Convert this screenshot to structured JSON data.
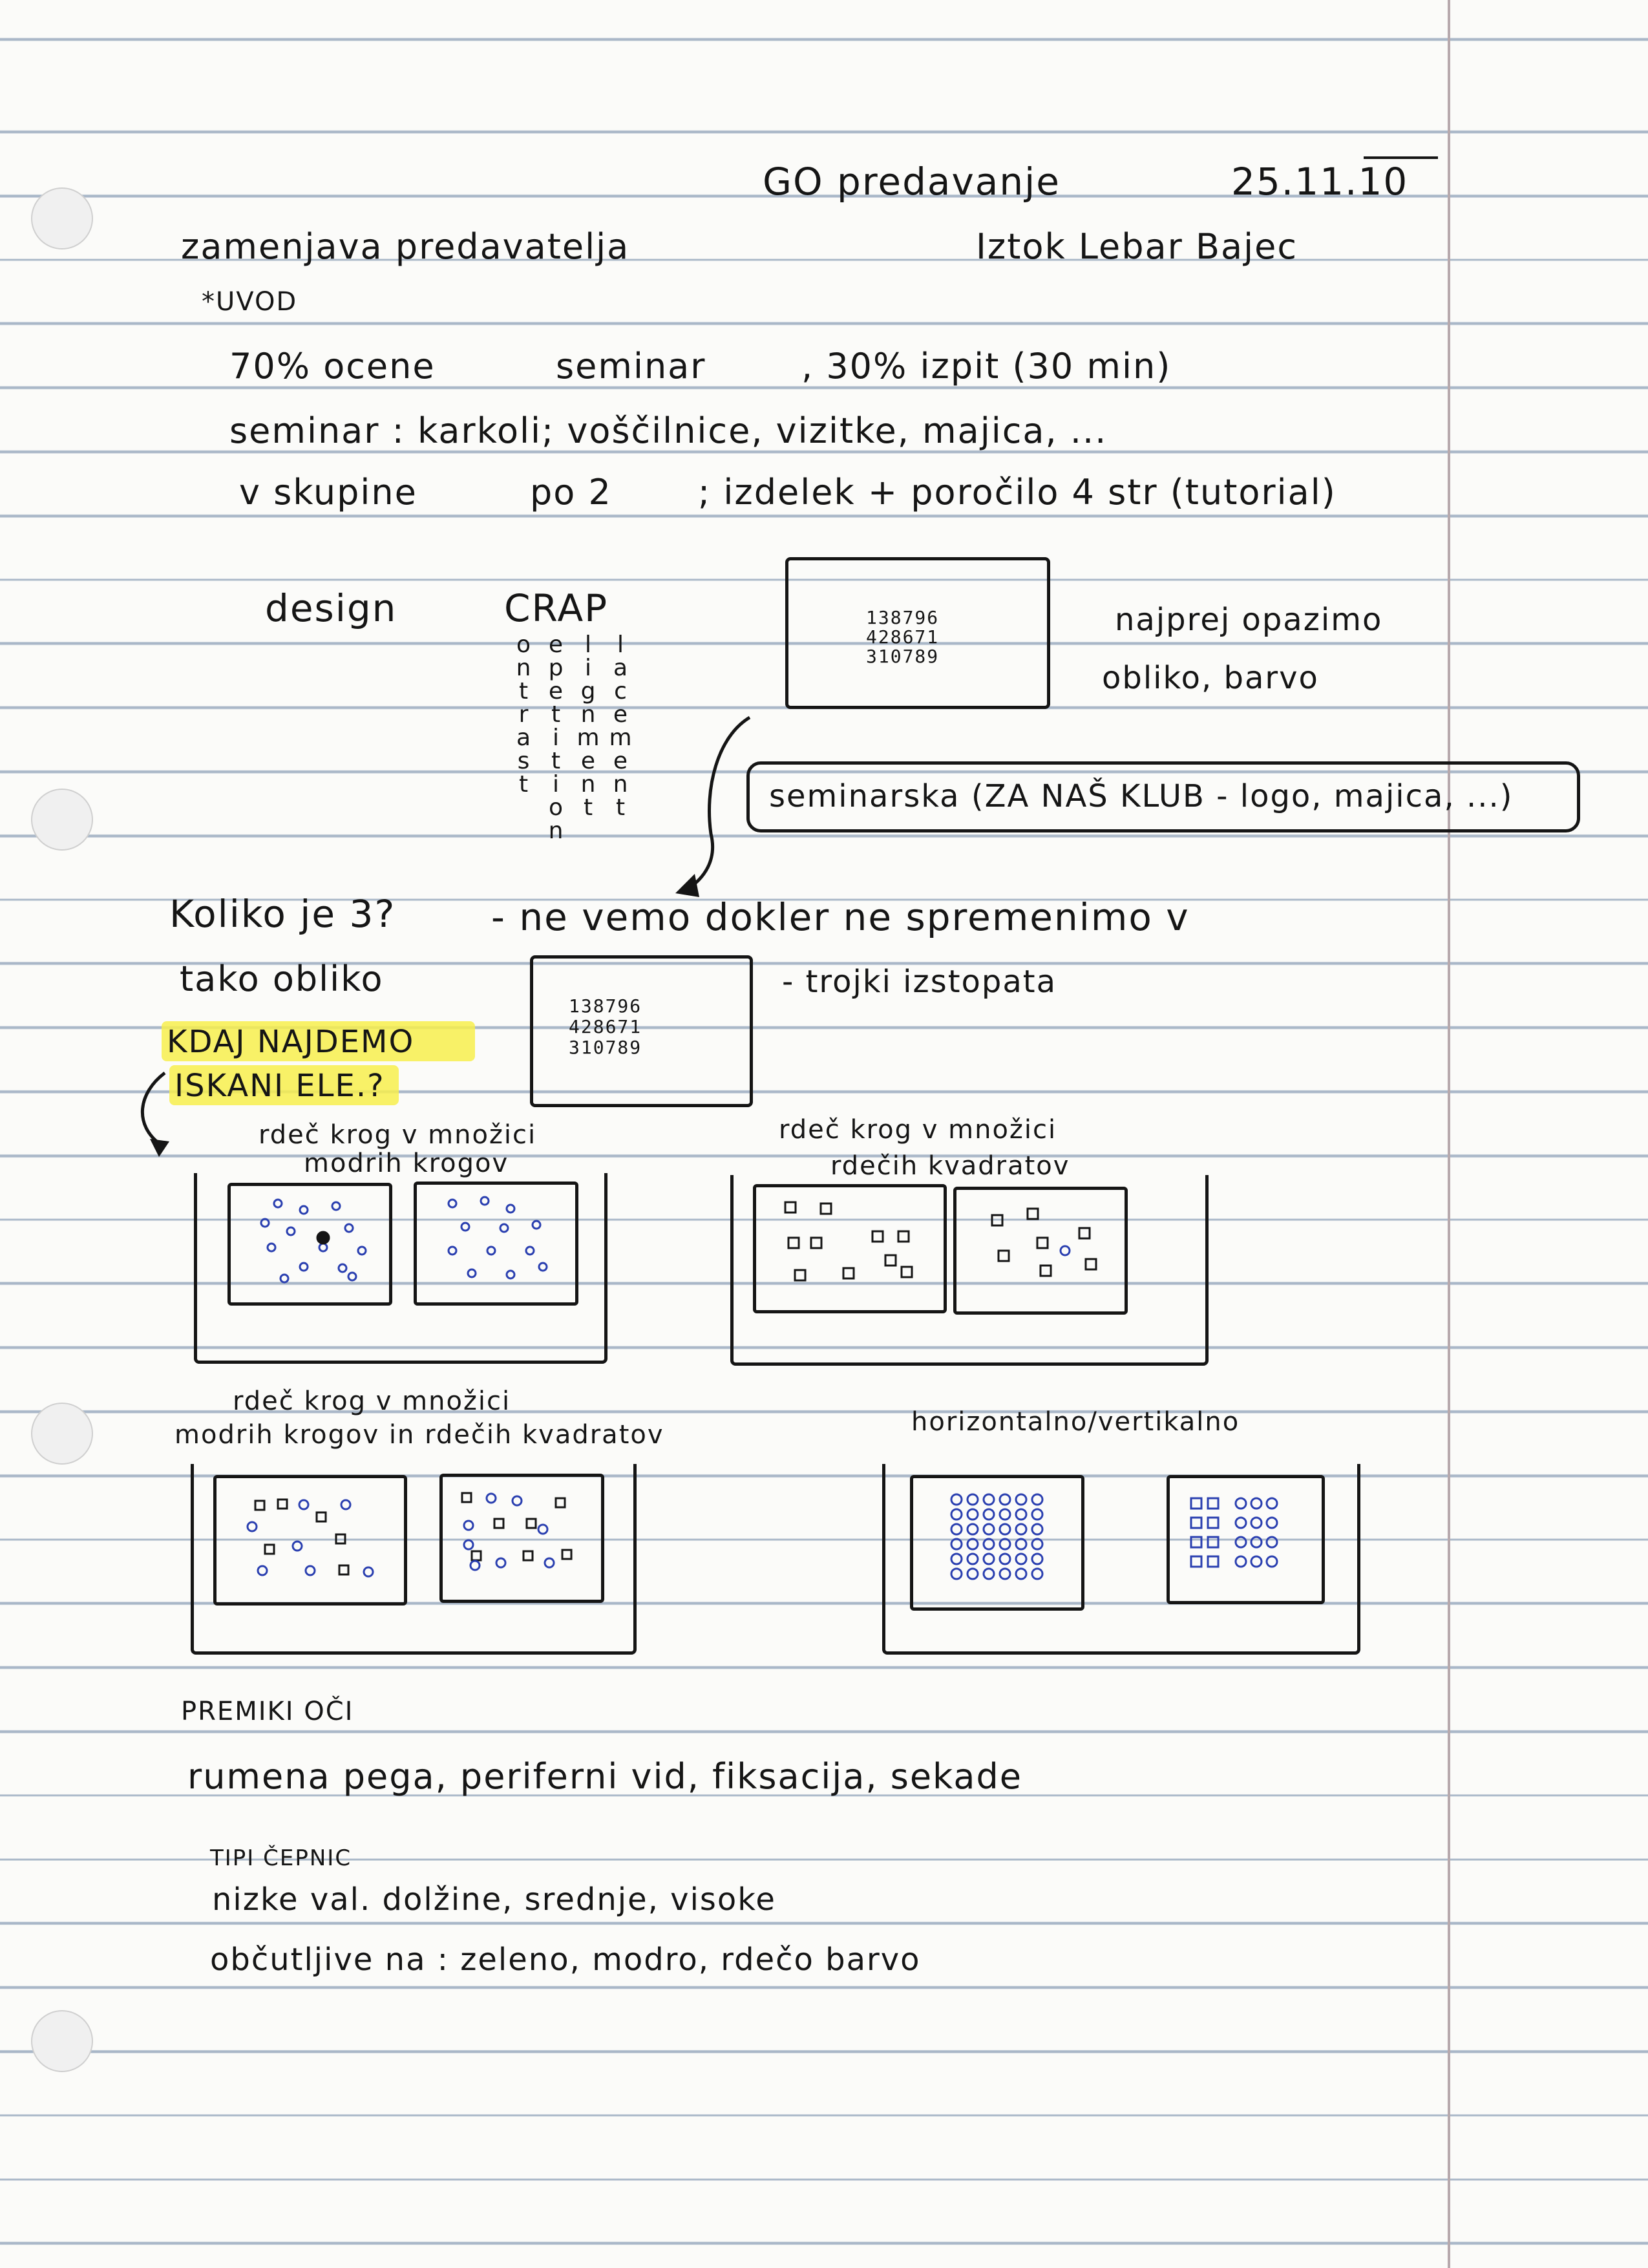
{
  "header": {
    "title": "GO predavanje",
    "date": "25.11.10",
    "substitution": "zamenjava predavatelja",
    "lecturer": "Iztok Lebar Bajec",
    "section": "*UVOD"
  },
  "intro": {
    "line1_a": "70% ocene",
    "line1_b": "seminar",
    "line1_c": ", 30% izpit (30 min)",
    "line2": "seminar : karkoli; voščilnice, vizitke, majica, ...",
    "line3_a": "v skupine",
    "line3_b": "po 2",
    "line3_c": "; izdelek + poročilo 4 str (tutorial)"
  },
  "design": {
    "word": "design",
    "acronym": "CRAP",
    "columns": [
      [
        "o",
        "n",
        "t",
        "r",
        "a",
        "s",
        "t"
      ],
      [
        "e",
        "p",
        "e",
        "t",
        "i",
        "t",
        "i",
        "o",
        "n"
      ],
      [
        "l",
        "i",
        "g",
        "n",
        "m",
        "e",
        "n",
        "t"
      ],
      [
        "l",
        "a",
        "c",
        "e",
        "m",
        "e",
        "n",
        "t"
      ]
    ],
    "digits_box": [
      "138796",
      "428671",
      "310789"
    ],
    "note_a": "najprej opazimo",
    "note_b": "obliko, barvo",
    "seminar_box": "seminarska (ZA NAŠ KLUB - logo, majica, ...)"
  },
  "threes": {
    "question_a": "Koliko je 3?",
    "question_b": "- ne vemo dokler ne spremenimo v",
    "question_c": "tako obliko",
    "digits_box": [
      "138796",
      "428671",
      "310789"
    ],
    "note": "- trojki izstopata"
  },
  "search": {
    "highlight_a": "KDAJ NAJDEMO",
    "highlight_b": "ISKANI ELE.?",
    "panel1_label_a": "rdeč krog v množici",
    "panel1_label_b": "modrih krogov",
    "panel2_label_a": "rdeč krog v množici",
    "panel2_label_b": "rdečih kvadratov",
    "panel3_label_a": "rdeč krog v množici",
    "panel3_label_b": "modrih krogov in rdečih kvadratov",
    "panel4_label": "horizontalno/vertikalno"
  },
  "eyes": {
    "heading": "PREMIKI OČI",
    "line": "rumena pega, periferni vid, fiksacija, sekade",
    "types_heading": "TIPI ČEPNIC",
    "line2": "nizke val. dolžine, srednje, visoke",
    "line3": "občutljive na : zeleno, modro, rdečo barvo"
  },
  "colors": {
    "ink": "#151515",
    "blue_ink": "#2a3fb0",
    "highlighter": "#f7ee4e",
    "rule_line": "#a9b7c8"
  }
}
